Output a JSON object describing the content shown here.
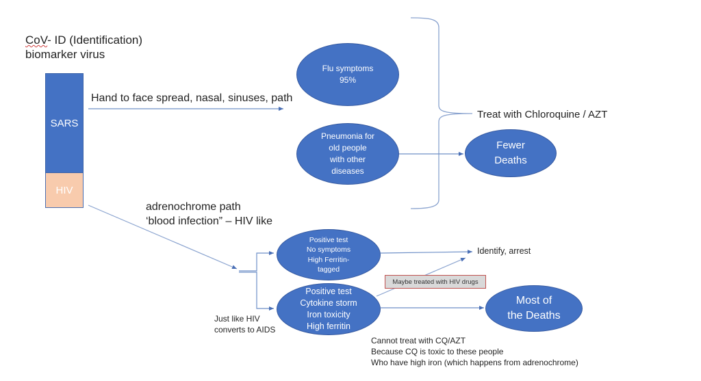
{
  "title": {
    "line1_prefix": "CoV",
    "line1_rest": "- ID (Identification)",
    "line2": "biomarker virus"
  },
  "bar": {
    "sars_label": "SARS",
    "hiv_label": "HIV",
    "colors": {
      "sars": "#4472c4",
      "hiv": "#f8cbad"
    }
  },
  "upper_path": {
    "label": "Hand to face spread, nasal, sinuses,  path",
    "nodes": {
      "flu": "Flu symptoms\n95%",
      "pneumonia": "Pneumonia for\nold people\nwith other\ndiseases",
      "fewer_deaths": "Fewer\nDeaths"
    },
    "treatment": "Treat with Chloroquine / AZT"
  },
  "lower_path": {
    "label_line1": "adrenochrome path",
    "label_line2": "‘blood infection” – HIV like",
    "nodes": {
      "asymptomatic": "Positive test\nNo symptoms\nHigh Ferritin-\ntagged",
      "severe": "Positive test\nCytokine storm\nIron toxicity\nHigh ferritin",
      "most_deaths": "Most of\nthe Deaths"
    },
    "identify": "Identify, arrest",
    "maybe_treated": "Maybe treated with HIV drugs",
    "just_like_line1": "Just like HIV",
    "just_like_line2": "converts to AIDS",
    "cannot_treat": [
      "Cannot treat with CQ/AZT",
      "Because CQ is toxic to these people",
      "Who have high iron (which happens from adrenochrome)"
    ]
  },
  "colors": {
    "node_fill": "#4472c4",
    "connector": "#6d8fc7",
    "callout_border": "#c0504d",
    "callout_fill": "#d9d9d9"
  }
}
